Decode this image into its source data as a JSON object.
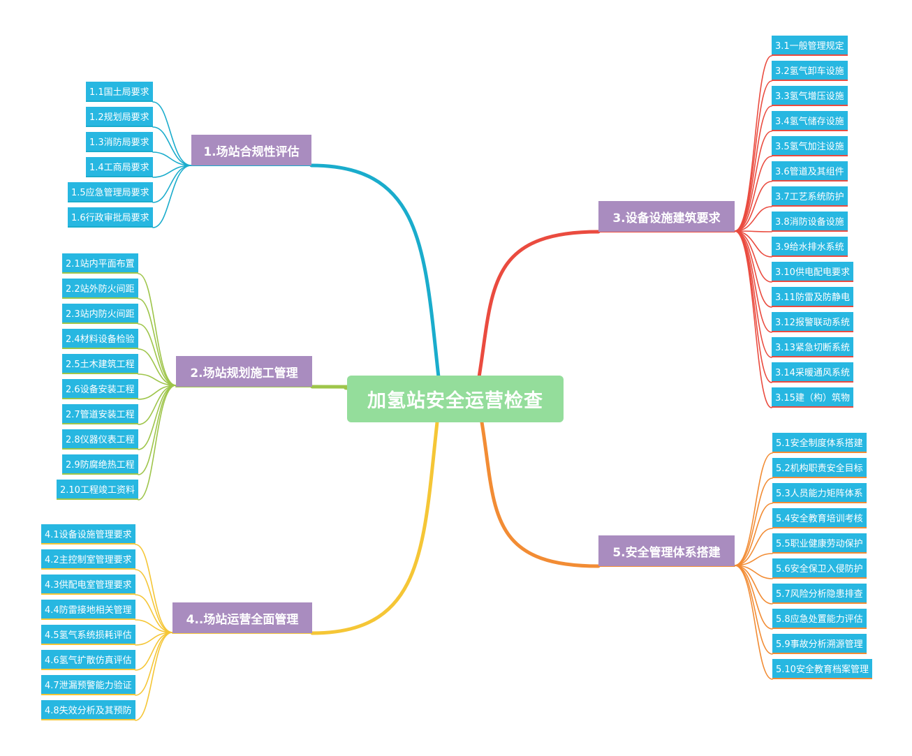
{
  "root": {
    "label": "加氢站安全运营检查"
  },
  "branches": [
    {
      "label": "1.场站合规性评估",
      "color": "#1aaccc",
      "items": [
        "1.1国土局要求",
        "1.2规划局要求",
        "1.3消防局要求",
        "1.4工商局要求",
        "1.5应急管理局要求",
        "1.6行政审批局要求"
      ]
    },
    {
      "label": "2.场站规划施工管理",
      "color": "#9ec54a",
      "items": [
        "2.1站内平面布置",
        "2.2站外防火间距",
        "2.3站内防火间距",
        "2.4材料设备检验",
        "2.5土木建筑工程",
        "2.6设备安装工程",
        "2.7管道安装工程",
        "2.8仪器仪表工程",
        "2.9防腐绝热工程",
        "2.10工程竣工资料"
      ]
    },
    {
      "label": "4..场站运营全面管理",
      "color": "#f5c636",
      "items": [
        "4.1设备设施管理要求",
        "4.2主控制室管理要求",
        "4.3供配电室管理要求",
        "4.4防雷接地相关管理",
        "4.5氢气系统损耗评估",
        "4.6氢气扩散仿真评估",
        "4.7泄漏预警能力验证",
        "4.8失效分析及其预防"
      ]
    },
    {
      "label": "3.设备设施建筑要求",
      "color": "#ea4b3f",
      "items": [
        "3.1一般管理规定",
        "3.2氢气卸车设施",
        "3.3氢气增压设施",
        "3.4氢气储存设施",
        "3.5氢气加注设施",
        "3.6管道及其组件",
        "3.7工艺系统防护",
        "3.8消防设备设施",
        "3.9给水排水系统",
        "3.10供电配电要求",
        "3.11防雷及防静电",
        "3.12报警联动系统",
        "3.13紧急切断系统",
        "3.14采暖通风系统",
        "3.15建（构）筑物"
      ]
    },
    {
      "label": "5.安全管理体系搭建",
      "color": "#f28c34",
      "items": [
        "5.1安全制度体系搭建",
        "5.2机构职责安全目标",
        "5.3人员能力矩阵体系",
        "5.4安全教育培训考核",
        "5.5职业健康劳动保护",
        "5.6安全保卫入侵防护",
        "5.7风险分析隐患排查",
        "5.8应急处置能力评估",
        "5.9事故分析溯源管理",
        "5.10安全教育档案管理"
      ]
    }
  ]
}
